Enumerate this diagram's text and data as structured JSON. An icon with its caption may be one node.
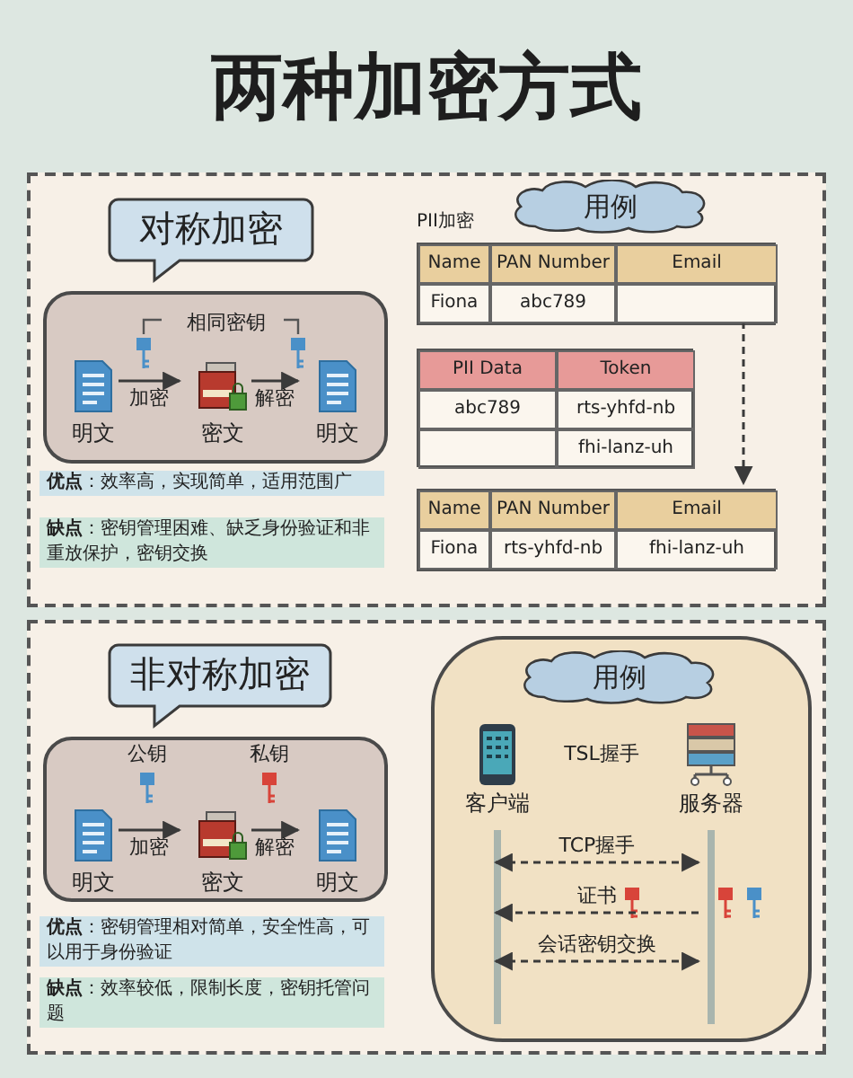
{
  "diagram": {
    "title": "两种加密方式",
    "nodes": [
      {
        "text": [],
        "shape": "box"
      },
      {
        "text": [
          "对称加密"
        ],
        "in": 0
      },
      {
        "text": [],
        "shape": "box",
        "in": 0
      },
      {
        "text": [
          "明文"
        ],
        "in": 2
      },
      {
        "text": [
          "密文"
        ],
        "in": 2
      },
      {
        "text": [
          "明文"
        ],
        "in": 2
      },
      {
        "text": [
          "用例"
        ],
        "in": 0
      },
      {
        "text": [],
        "shape": "box",
        "in": 0
      },
      {
        "text": [],
        "shape": "box",
        "in": 0
      },
      {
        "text": [],
        "shape": "box",
        "in": 0
      },
      {
        "text": [],
        "shape": "box"
      },
      {
        "text": [
          "非对称加密"
        ],
        "in": 10
      },
      {
        "text": [],
        "shape": "box",
        "in": 10
      },
      {
        "text": [
          "明文"
        ],
        "in": 12
      },
      {
        "text": [
          "密文"
        ],
        "in": 12
      },
      {
        "text": [
          "明文"
        ],
        "in": 12
      },
      {
        "text": [],
        "shape": "box",
        "in": 10
      },
      {
        "text": [
          "用例"
        ],
        "in": 16
      },
      {
        "text": [
          "客户端"
        ],
        "in": 16
      },
      {
        "text": [
          "服务器"
        ],
        "in": 16
      }
    ],
    "edges": [
      {
        "from": 3,
        "to": 4,
        "arrow": "to",
        "label": "加密"
      },
      {
        "from": 4,
        "to": 5,
        "arrow": "to",
        "label": "解密"
      },
      {
        "from": 7,
        "to": 9,
        "arrow": "to",
        "style": "dashed"
      },
      {
        "from": 13,
        "to": 14,
        "arrow": "to",
        "label": "加密"
      },
      {
        "from": 14,
        "to": 15,
        "arrow": "to",
        "label": "解密"
      },
      {
        "from": 18,
        "to": 19,
        "arrow": "both",
        "label": "TCP握手",
        "style": "dashed"
      },
      {
        "from": 19,
        "to": 18,
        "arrow": "to",
        "label": "证书",
        "style": "dashed"
      },
      {
        "from": 18,
        "to": 19,
        "arrow": "both",
        "label": "会话密钥交换",
        "style": "dashed"
      }
    ],
    "labels": [
      "相同密钥",
      "**优点**：效率高，实现简单，适用范围广",
      "**缺点**：密钥管理困难、缺乏身份验证和非重放保护，密钥交换",
      "PII加密",
      "Name",
      "PAN Number",
      "Email",
      "Fiona",
      "abc789",
      "PII Data",
      "Token",
      "abc789",
      "rts-yhfd-nb",
      "fhi-lanz-uh",
      "Name",
      "PAN Number",
      "Email",
      "Fiona",
      "rts-yhfd-nb",
      "fhi-lanz-uh",
      "公钥",
      "私钥",
      "**优点**：密钥管理相对简单，安全性高，可以用于身份验证",
      "**缺点**：效率较低，限制长度，密钥托管问题",
      "TSL握手"
    ]
  }
}
